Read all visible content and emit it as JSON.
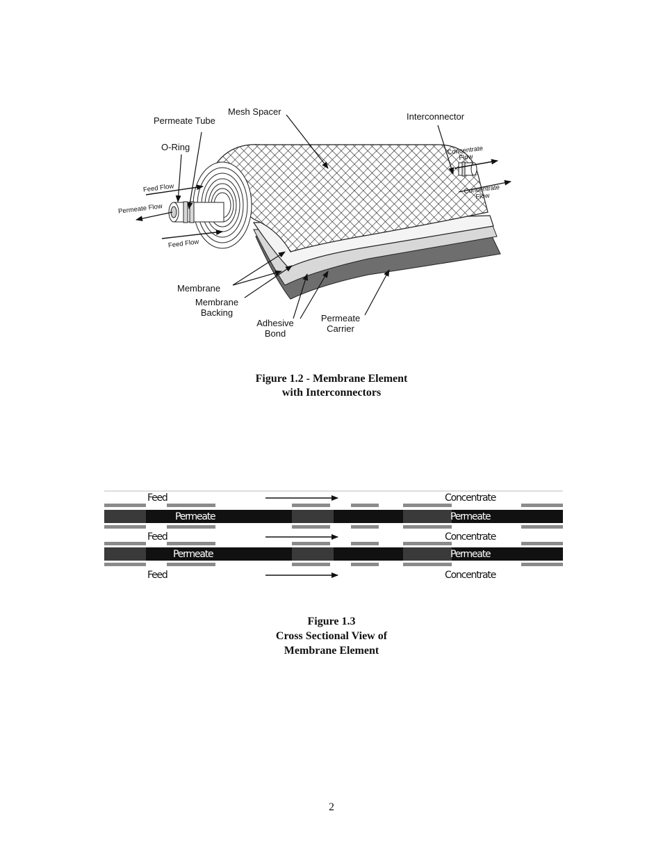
{
  "figure_1_2": {
    "labels": {
      "permeate_tube": "Permeate Tube",
      "mesh_spacer": "Mesh Spacer",
      "interconnector": "Interconnector",
      "o_ring": "O-Ring",
      "feed_flow_top": "Feed Flow",
      "permeate_flow": "Permeate Flow",
      "feed_flow_bottom": "Feed Flow",
      "concentrate_flow_1_line1": "Concentrate",
      "concentrate_flow_1_line2": "Flow",
      "concentrate_flow_2_line1": "Concentrate",
      "concentrate_flow_2_line2": "Flow",
      "membrane": "Membrane",
      "membrane_backing_line1": "Membrane",
      "membrane_backing_line2": "Backing",
      "adhesive_bond_line1": "Adhesive",
      "adhesive_bond_line2": "Bond",
      "permeate_carrier_line1": "Permeate",
      "permeate_carrier_line2": "Carrier"
    },
    "caption_line1": "Figure 1.2 - Membrane Element",
    "caption_line2": "with Interconnectors"
  },
  "figure_1_3": {
    "rows": [
      {
        "left": "Feed",
        "right": "Concentrate"
      },
      {
        "left": "Permeate",
        "right": "Permeate"
      },
      {
        "left": "Feed",
        "right": "Concentrate"
      },
      {
        "left": "Permeate",
        "right": "Permeate"
      },
      {
        "left": "Feed",
        "right": "Concentrate"
      }
    ],
    "caption_line1": "Figure 1.3",
    "caption_line2": "Cross Sectional View of",
    "caption_line3": "Membrane Element"
  },
  "page_number": "2"
}
